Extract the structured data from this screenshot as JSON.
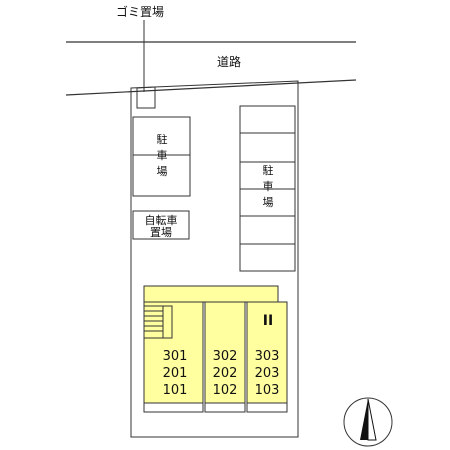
{
  "labels": {
    "garbage": "ゴミ置場",
    "road": "道路",
    "parking_left": [
      "駐",
      "車",
      "場"
    ],
    "parking_right": [
      "駐",
      "車",
      "場"
    ],
    "bicycle": [
      "自転車",
      "置場"
    ],
    "building_id": "II"
  },
  "units": {
    "columns": [
      [
        "301",
        "201",
        "101"
      ],
      [
        "302",
        "202",
        "102"
      ],
      [
        "303",
        "203",
        "103"
      ]
    ]
  },
  "compass": {
    "direction": "N"
  },
  "colors": {
    "building_fill": "#ffffa0",
    "line": "#333333"
  }
}
